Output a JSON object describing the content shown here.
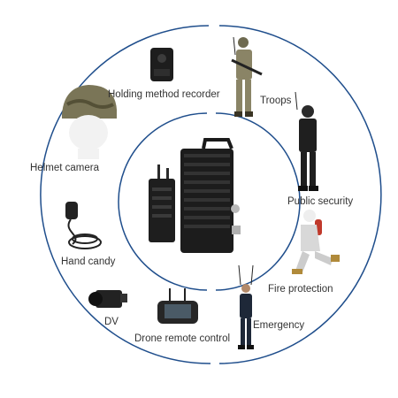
{
  "diagram": {
    "left_labels": {
      "holding_recorder": "Holding method recorder",
      "helmet_camera": "Helmet camera",
      "hand_candy": "Hand candy",
      "dv": "DV",
      "drone_remote": "Drone remote control"
    },
    "right_labels": {
      "troops": "Troops",
      "public_security": "Public security",
      "fire_protection": "Fire protection",
      "emergency": "Emergency"
    },
    "colors": {
      "circle_line": "#1f4e8c",
      "device_body": "#1c1c1c",
      "text": "#333333"
    }
  }
}
